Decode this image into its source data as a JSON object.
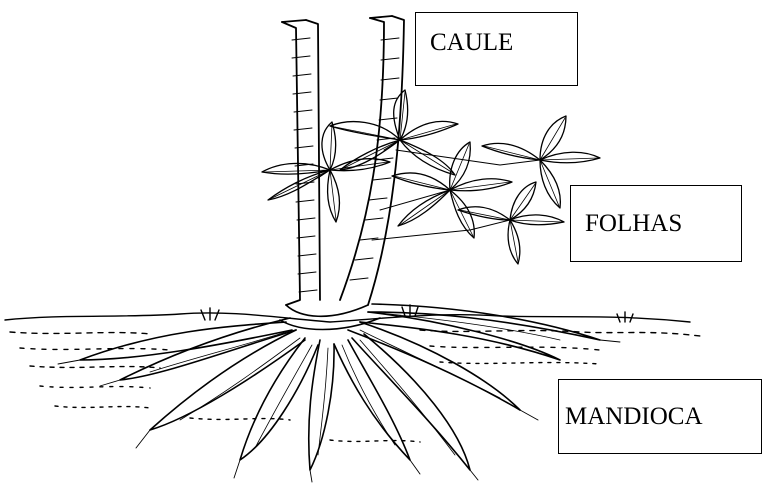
{
  "labels": {
    "caule": "CAULE",
    "folhas": "FOLHAS",
    "mandioca": "MANDIOCA"
  },
  "colors": {
    "ink": "#000000",
    "background": "#ffffff"
  }
}
